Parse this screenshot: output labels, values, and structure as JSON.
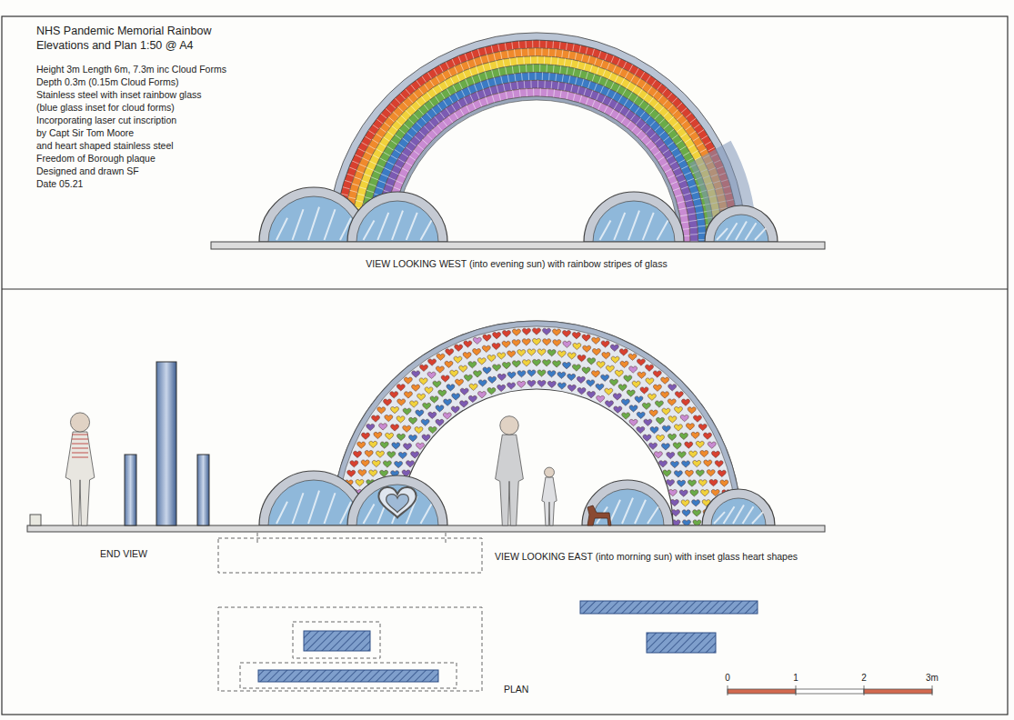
{
  "diagram": {
    "title": "NHS Pandemic Memorial Rainbow Elevations and Plan 1:50 @ A4",
    "labels": [
      "Height 3m Length 6m, 7.3m inc Cloud Forms",
      "Depth 0.3m (0.15m Cloud Forms)",
      "Stainless steel with inset rainbow glass",
      "(blue glass inset for cloud forms)",
      "Incorporating laser cut inscription",
      "by Capt Sir Tom Moore",
      "and heart shaped stainless steel",
      "Freedom of Borough plaque",
      "Designed and drawn SF",
      "Date 05.21",
      "VIEW LOOKING WEST (into evening sun) with rainbow stripes of glass",
      "END VIEW",
      "VIEW LOOKING EAST (into morning sun) with inset glass heart shapes",
      "PLAN",
      "0",
      "1",
      "2",
      "3m"
    ]
  }
}
